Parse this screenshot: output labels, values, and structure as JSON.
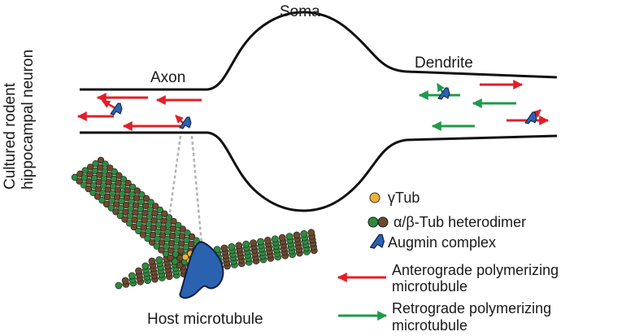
{
  "labels": {
    "side_line1": "Cultured rodent",
    "side_line2": "hippocampal neuron",
    "soma": "Soma",
    "axon": "Axon",
    "dendrite": "Dendrite",
    "host_microtubule": "Host microtubule"
  },
  "legend": {
    "gamma_tub": "γTub",
    "heterodimer": "α/β-Tub heterodimer",
    "augmin": "Augmin complex",
    "anterograde_line1": "Anterograde polymerizing",
    "anterograde_line2": "microtubule",
    "retrograde_line1": "Retrograde polymerizing",
    "retrograde_line2": "microtubule"
  },
  "colors": {
    "anterograde": "#e0202a",
    "retrograde": "#1f9a4a",
    "augmin": "#2b62b0",
    "gamma_tub": "#f2b134",
    "alpha_tub": "#2e8b3e",
    "beta_tub": "#6b4a2e",
    "outline": "#111111",
    "connector": "#b4b4b4"
  }
}
